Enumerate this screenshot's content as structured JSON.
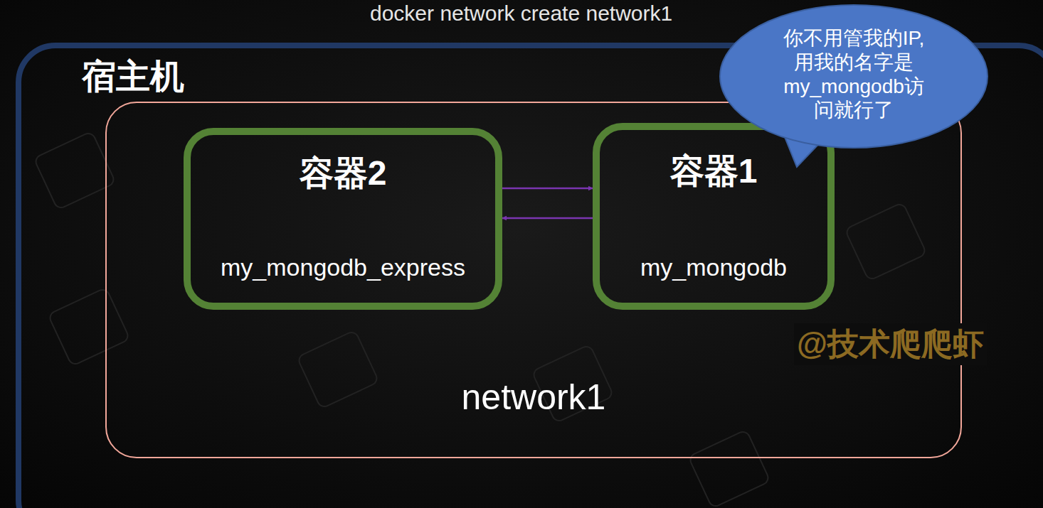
{
  "diagram": {
    "nodes": [
      {
        "text": [
          "宿主机"
        ]
      },
      {
        "text": [
          "network1"
        ],
        "in": 0
      },
      {
        "text": [
          "容器2",
          "my_mongodb_express"
        ],
        "in": 1
      },
      {
        "text": [
          "容器1",
          "my_mongodb"
        ],
        "in": 1
      },
      {
        "text": [
          "你不用管我的IP, 用我的名字是 my_mongodb访 问就行了"
        ]
      }
    ],
    "edges": [
      {
        "from": 2,
        "to": 3,
        "arrow": "to"
      },
      {
        "from": 3,
        "to": 2,
        "arrow": "to"
      }
    ],
    "labels": [
      "docker network create network1",
      "@技术爬爬虾"
    ]
  }
}
